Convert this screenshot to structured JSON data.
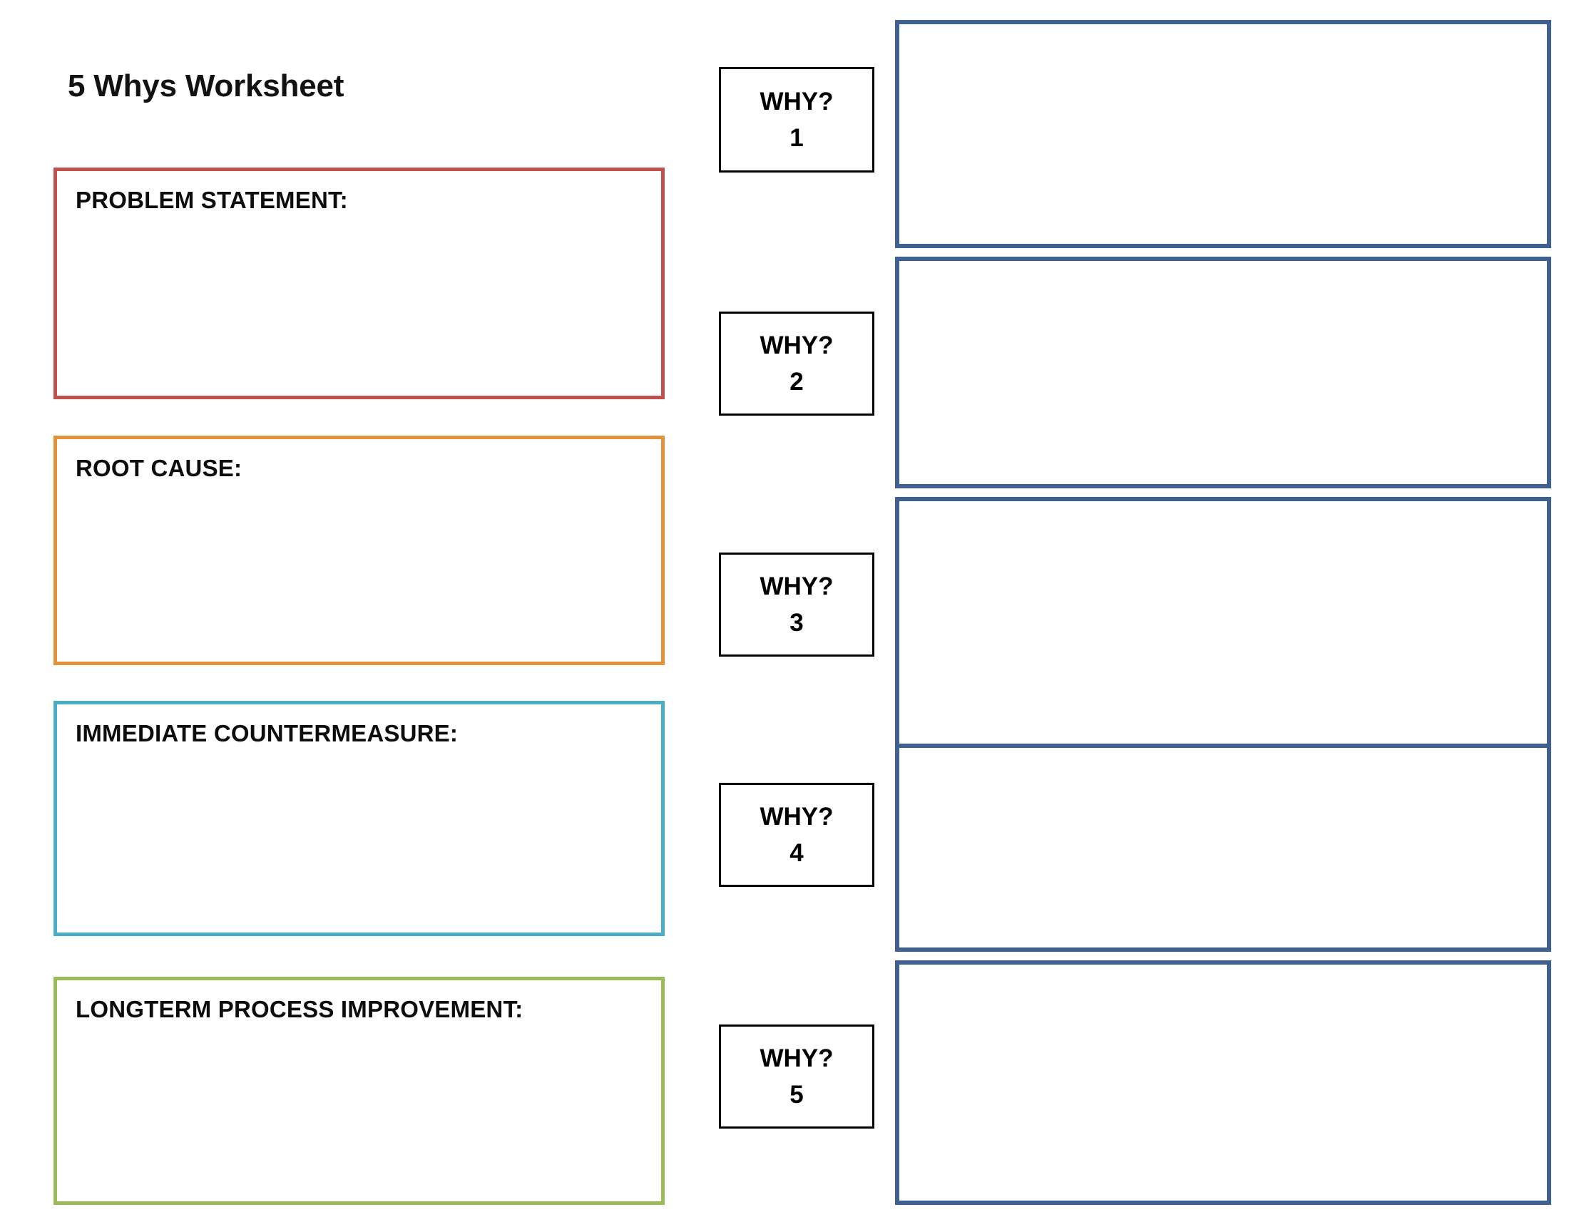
{
  "page": {
    "title": "5 Whys Worksheet",
    "background_color": "#ffffff"
  },
  "colors": {
    "problem_statement_border": "#C0504D",
    "root_cause_border": "#E59138",
    "countermeasure_border": "#4BACC6",
    "longterm_border": "#9BBB59",
    "why_box_border": "#000000",
    "answer_box_border": "#3F6092",
    "text": "#000000"
  },
  "left_column": {
    "fields": [
      {
        "key": "problem_statement",
        "label": "PROBLEM STATEMENT:",
        "value": "",
        "placeholder": "",
        "border_color": "#C0504D"
      },
      {
        "key": "root_cause",
        "label": "ROOT CAUSE:",
        "value": "",
        "placeholder": "",
        "border_color": "#E59138"
      },
      {
        "key": "immediate_countermeasure",
        "label": "IMMEDIATE COUNTERMEASURE:",
        "value": "",
        "placeholder": "",
        "border_color": "#4BACC6"
      },
      {
        "key": "longterm_process_improvement",
        "label": "LONGTERM PROCESS IMPROVEMENT:",
        "value": "",
        "placeholder": "",
        "border_color": "#9BBB59"
      }
    ]
  },
  "why_chain": {
    "why_word": "WHY?",
    "steps": [
      {
        "number": "1",
        "label": "WHY?",
        "answer": "",
        "placeholder": ""
      },
      {
        "number": "2",
        "label": "WHY?",
        "answer": "",
        "placeholder": ""
      },
      {
        "number": "3",
        "label": "WHY?",
        "answer": "",
        "placeholder": ""
      },
      {
        "number": "4",
        "label": "WHY?",
        "answer": "",
        "placeholder": ""
      },
      {
        "number": "5",
        "label": "WHY?",
        "answer": "",
        "placeholder": ""
      }
    ]
  }
}
